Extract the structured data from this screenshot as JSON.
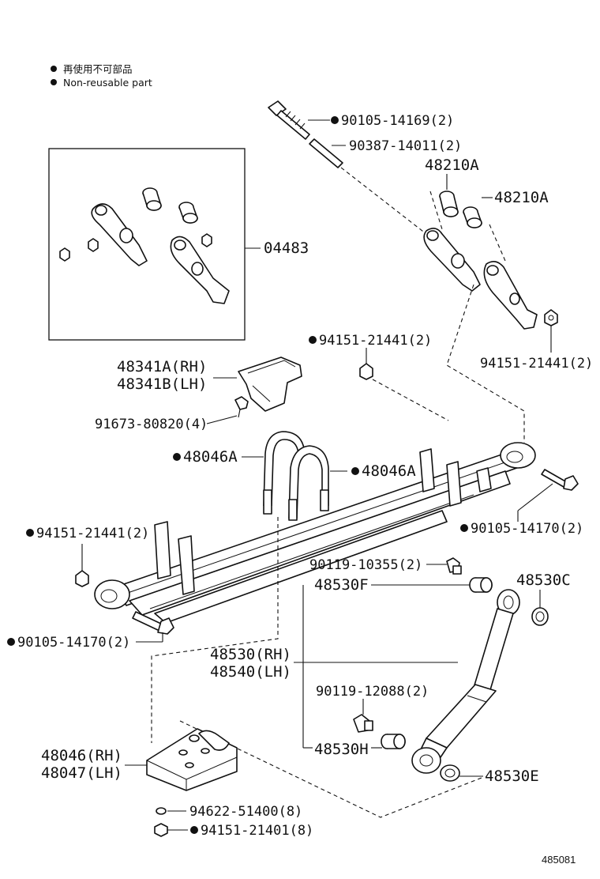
{
  "legend": {
    "line_ja": "再使用不可部品",
    "line_en": "Non-reusable part"
  },
  "figure_number": "485081",
  "callouts": {
    "bolt_top": "90105-14169(2)",
    "pin_top": "90387-14011(2)",
    "bushing_a1": "48210A",
    "bushing_a2": "48210A",
    "kit": "04483",
    "nut_shackle": "94151-21441(2)",
    "nut_shackle_marked": "94151-21441(2)",
    "bumper_rh": "48341A(RH)",
    "bumper_lh": "48341B(LH)",
    "bumper_bolt": "91673-80820(4)",
    "ubolt_left": "48046A",
    "ubolt_right": "48046A",
    "bolt_rear": "90105-14170(2)",
    "nut_front": "94151-21441(2)",
    "cushion_bolt": "90119-10355(2)",
    "shock_cushion_f": "48530F",
    "shock_washer_c": "48530C",
    "bolt_front": "90105-14170(2)",
    "shock_rh": "48530(RH)",
    "shock_lh": "48540(LH)",
    "lower_bolt": "90119-12088(2)",
    "seat_rh": "48046(RH)",
    "seat_lh": "48047(LH)",
    "shock_bushing_h": "48530H",
    "shock_washer_e": "48530E",
    "washer": "94622-51400(8)",
    "nut_seat": "94151-21401(8)"
  }
}
